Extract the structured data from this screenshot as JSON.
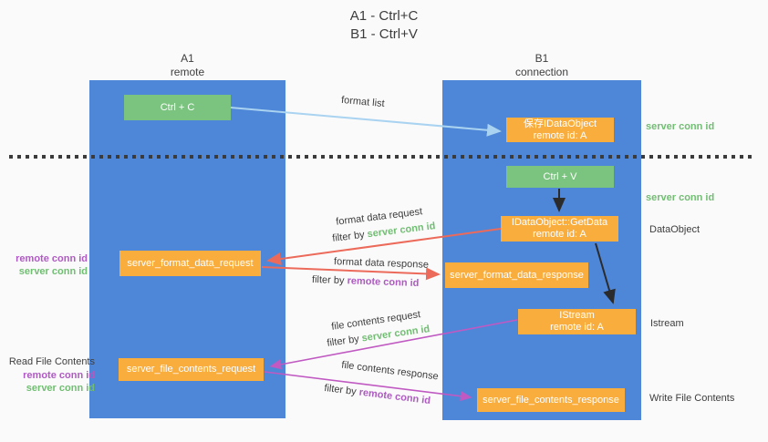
{
  "title": {
    "line1": "A1 - Ctrl+C",
    "line2": "B1 - Ctrl+V"
  },
  "lifelines": {
    "left": {
      "id": "A1",
      "role": "remote"
    },
    "right": {
      "id": "B1",
      "role": "connection"
    }
  },
  "nodes": {
    "ctrl_c": {
      "label": "Ctrl + C"
    },
    "save_idataobject": {
      "line1": "保存IDataObject",
      "line2": "remote id: A"
    },
    "ctrl_v": {
      "label": "Ctrl + V"
    },
    "getdata": {
      "line1": "IDataObject::GetData",
      "line2": "remote id: A"
    },
    "format_request": {
      "label": "server_format_data_request"
    },
    "format_response": {
      "label": "server_format_data_response"
    },
    "istream": {
      "line1": "IStream",
      "line2": "remote id: A"
    },
    "file_request": {
      "label": "server_file_contents_request"
    },
    "file_response": {
      "label": "server_file_contents_response"
    }
  },
  "arrow_labels": {
    "format_list": "format list",
    "format_data_request": "format data request",
    "format_data_response": "format data response",
    "file_contents_request": "file contents request",
    "file_contents_response": "file contents response",
    "filter_by": "filter by",
    "server_conn_id": "server conn id",
    "remote_conn_id": "remote conn id"
  },
  "side_labels": {
    "server_conn_id_top": "server conn id",
    "server_conn_id_mid": "server conn id",
    "dataobject": "DataObject",
    "istream": "Istream",
    "write_file_contents": "Write File Contents",
    "read_file_contents": "Read File Contents",
    "remote_conn_id_left": "remote conn id",
    "server_conn_id_left": "server conn id",
    "remote_conn_id_bottom": "remote conn id",
    "server_conn_id_bottom": "server conn id"
  },
  "colors": {
    "page_bg": "#FAFAFA",
    "column_blue": "#4E86D8",
    "box_green": "#7BC47F",
    "box_orange": "#F9AD3C",
    "arrow_blue": "#A9D3F0",
    "arrow_black": "#2B2B2B",
    "arrow_red": "#EC6A5A",
    "arrow_magenta": "#C05AC2",
    "text_green": "#71BE73",
    "text_purple": "#AE5BC2",
    "text_dark": "#3D3D3D"
  }
}
